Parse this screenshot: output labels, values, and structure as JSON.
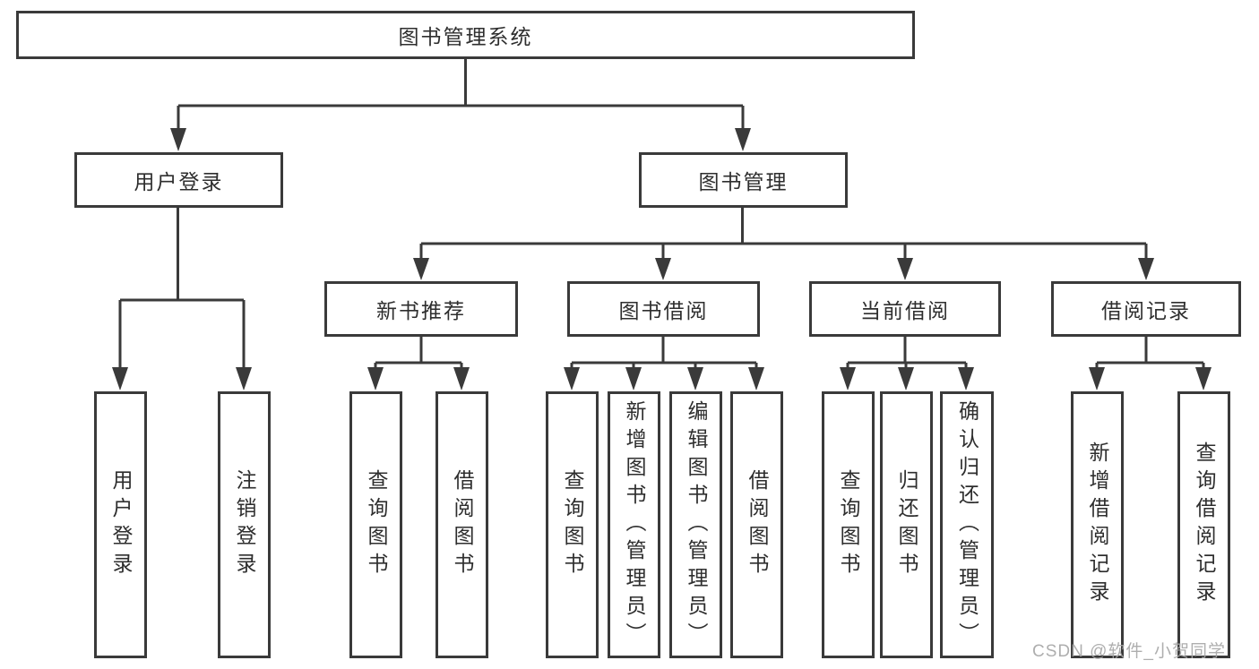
{
  "colors": {
    "line": "#3a3a3a",
    "text": "#2e2e2e",
    "watermark": "#a6a6a6",
    "background": "#ffffff"
  },
  "watermark": "CSDN @软件_小贺同学",
  "diagram": {
    "root": {
      "label": "图书管理系统"
    },
    "branches": [
      {
        "label": "用户登录",
        "children": [
          {
            "label": "用户登录"
          },
          {
            "label": "注销登录"
          }
        ]
      },
      {
        "label": "图书管理",
        "children": [
          {
            "label": "新书推荐",
            "children": [
              {
                "label": "查询图书"
              },
              {
                "label": "借阅图书"
              }
            ]
          },
          {
            "label": "图书借阅",
            "children": [
              {
                "label": "查询图书"
              },
              {
                "label": "新增图书（管理员）"
              },
              {
                "label": "编辑图书（管理员）"
              },
              {
                "label": "借阅图书"
              }
            ]
          },
          {
            "label": "当前借阅",
            "children": [
              {
                "label": "查询图书"
              },
              {
                "label": "归还图书"
              },
              {
                "label": "确认归还（管理员）"
              }
            ]
          },
          {
            "label": "借阅记录",
            "children": [
              {
                "label": "新增借阅记录"
              },
              {
                "label": "查询借阅记录"
              }
            ]
          }
        ]
      }
    ]
  }
}
